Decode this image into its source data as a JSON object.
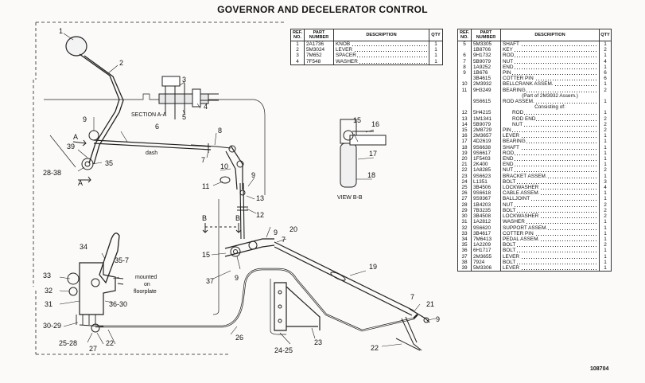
{
  "title": "GOVERNOR AND DECELERATOR CONTROL",
  "figure_number": "108704",
  "headers": {
    "ref": "REF. NO.",
    "part": "PART NUMBER",
    "desc": "DESCRIPTION",
    "qty": "QTY"
  },
  "table_left": [
    {
      "ref": "1",
      "part": "2A1736",
      "desc": "KNOB",
      "qty": "1"
    },
    {
      "ref": "2",
      "part": "5M3024",
      "desc": "LEVER",
      "qty": "1"
    },
    {
      "ref": "3",
      "part": "7M652",
      "desc": "SPACER",
      "qty": "1"
    },
    {
      "ref": "4",
      "part": "7F548",
      "desc": "WASHER",
      "qty": "1"
    }
  ],
  "table_right": [
    {
      "ref": "5",
      "part": "5M3305",
      "desc": "SHAFT",
      "qty": "1"
    },
    {
      "ref": "",
      "part": "1B8706",
      "desc": "KEY",
      "qty": "2"
    },
    {
      "ref": "6",
      "part": "9H1732",
      "desc": "ROD",
      "qty": "1"
    },
    {
      "ref": "7",
      "part": "5B9079",
      "desc": "NUT",
      "qty": "4"
    },
    {
      "ref": "8",
      "part": "1A9252",
      "desc": "END",
      "qty": "1"
    },
    {
      "ref": "9",
      "part": "1B676",
      "desc": "PIN",
      "qty": "6"
    },
    {
      "ref": "",
      "part": "3B4615",
      "desc": "COTTER PIN",
      "qty": "6"
    },
    {
      "ref": "10",
      "part": "2M3932",
      "desc": "BELLCRANK ASSEM.",
      "qty": "1"
    },
    {
      "ref": "11",
      "part": "9H3249",
      "desc": "BEARING",
      "qty": "2"
    },
    {
      "ref": "",
      "part": "",
      "desc": "(Part of 2M3932 Assem.)",
      "qty": "",
      "center": true
    },
    {
      "ref": "",
      "part": "9S6615",
      "desc": "ROD ASSEM.",
      "qty": "1"
    },
    {
      "ref": "",
      "part": "",
      "desc": "Consisting of:",
      "qty": "",
      "center": true
    },
    {
      "ref": "12",
      "part": "5H4215",
      "desc": "ROD",
      "qty": "1",
      "indent": true
    },
    {
      "ref": "13",
      "part": "1M1341",
      "desc": "ROD END",
      "qty": "2",
      "indent": true
    },
    {
      "ref": "14",
      "part": "5B9079",
      "desc": "NUT",
      "qty": "2",
      "indent": true
    },
    {
      "ref": "15",
      "part": "2M8729",
      "desc": "PIN",
      "qty": "2"
    },
    {
      "ref": "16",
      "part": "2M3657",
      "desc": "LEVER",
      "qty": "1"
    },
    {
      "ref": "17",
      "part": "4D2619",
      "desc": "BEARING",
      "qty": "1"
    },
    {
      "ref": "18",
      "part": "9S6638",
      "desc": "SHAFT",
      "qty": "1"
    },
    {
      "ref": "19",
      "part": "9S6617",
      "desc": "ROD",
      "qty": "1"
    },
    {
      "ref": "20",
      "part": "1F5403",
      "desc": "END",
      "qty": "1"
    },
    {
      "ref": "21",
      "part": "2K400",
      "desc": "END",
      "qty": "1"
    },
    {
      "ref": "22",
      "part": "1A8285",
      "desc": "NUT",
      "qty": "2"
    },
    {
      "ref": "23",
      "part": "9S6623",
      "desc": "BRACKET ASSEM.",
      "qty": "1"
    },
    {
      "ref": "24",
      "part": "L1351",
      "desc": "BOLT",
      "qty": "3"
    },
    {
      "ref": "25",
      "part": "3B4506",
      "desc": "LOCKWASHER",
      "qty": "4"
    },
    {
      "ref": "26",
      "part": "9S6618",
      "desc": "CABLE ASSEM.",
      "qty": "1"
    },
    {
      "ref": "27",
      "part": "9S9367",
      "desc": "BALLJOINT",
      "qty": "1"
    },
    {
      "ref": "28",
      "part": "1B4203",
      "desc": "NUT",
      "qty": "2"
    },
    {
      "ref": "29",
      "part": "7B3235",
      "desc": "BOLT",
      "qty": "2"
    },
    {
      "ref": "30",
      "part": "3B4508",
      "desc": "LOCKWASHER",
      "qty": "2"
    },
    {
      "ref": "31",
      "part": "1A2812",
      "desc": "WASHER",
      "qty": "1"
    },
    {
      "ref": "32",
      "part": "9S6620",
      "desc": "SUPPORT ASSEM.",
      "qty": "1"
    },
    {
      "ref": "33",
      "part": "3B4617",
      "desc": "COTTER PIN",
      "qty": "1"
    },
    {
      "ref": "34",
      "part": "7M6413",
      "desc": "PEDAL ASSEM.",
      "qty": "1"
    },
    {
      "ref": "35",
      "part": "1A2209",
      "desc": "BOLT",
      "qty": "2"
    },
    {
      "ref": "36",
      "part": "6H1717",
      "desc": "BOLT",
      "qty": "1"
    },
    {
      "ref": "37",
      "part": "2M3655",
      "desc": "LEVER",
      "qty": "1"
    },
    {
      "ref": "38",
      "part": "7924",
      "desc": "BOLT",
      "qty": "1"
    },
    {
      "ref": "39",
      "part": "5M3306",
      "desc": "LEVER",
      "qty": "1"
    }
  ],
  "diagram": {
    "section_aa": "SECTION A-A",
    "view_bb": "VIEW B-B",
    "dash": "dash",
    "mounted_on_floorplate": [
      "mounted",
      "on",
      "floorplate"
    ],
    "callouts": {
      "c1": "1",
      "c2": "2",
      "c3": "3",
      "c4": "4",
      "c5": "5",
      "c6": "6",
      "c7": "7",
      "c7b": "7",
      "c7c": "7",
      "c8": "8",
      "c9a": "9",
      "c9b": "9",
      "c9c": "9",
      "c9d": "9",
      "c9e": "9",
      "c10": "10",
      "c11": "11",
      "c12": "12",
      "c13": "13",
      "c15a": "15",
      "c15b": "15",
      "c16": "16",
      "c17": "17",
      "c18": "18",
      "c19": "19",
      "c20": "20",
      "c21": "21",
      "c22a": "22",
      "c22b": "22",
      "c23": "23",
      "c24": "24-25",
      "c25": "25-28",
      "c26": "26",
      "c27": "27",
      "c2838": "28-38",
      "c30": "30-29",
      "c31": "31",
      "c32": "32",
      "c33": "33",
      "c34": "34",
      "c35": "35",
      "c357": "35-7",
      "c3630": "36-30",
      "c37": "37",
      "c39": "39",
      "cA1": "A",
      "cA2": "A",
      "cB1": "B",
      "cB2": "B"
    }
  }
}
